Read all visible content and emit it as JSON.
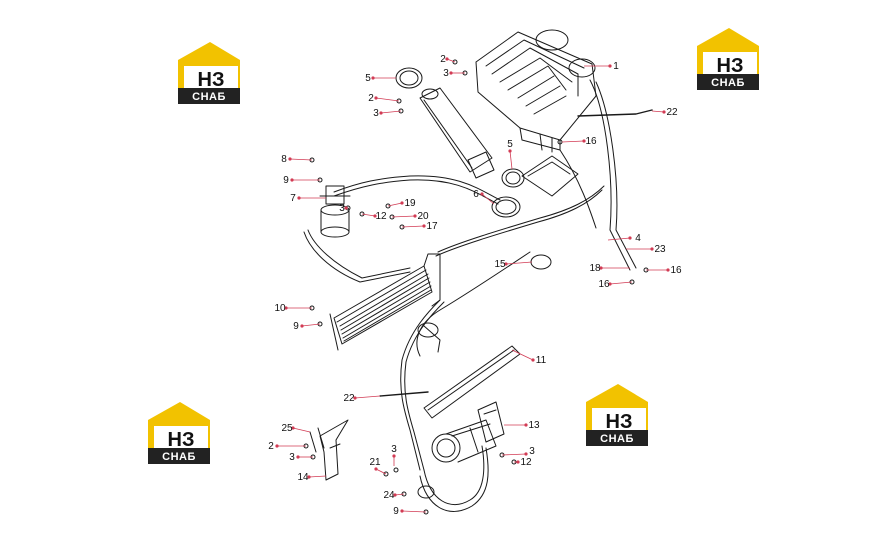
{
  "watermark": {
    "top_text": "НЗ",
    "bottom_text": "СНАБ",
    "accent_color": "#f2c200",
    "dark_color": "#222222"
  },
  "leader_color": "#d23b54",
  "parts": [
    {
      "label": "1"
    },
    {
      "label": "2"
    },
    {
      "label": "3"
    },
    {
      "label": "5"
    },
    {
      "label": "2"
    },
    {
      "label": "3"
    },
    {
      "label": "22"
    },
    {
      "label": "5"
    },
    {
      "label": "16"
    },
    {
      "label": "8"
    },
    {
      "label": "9"
    },
    {
      "label": "7"
    },
    {
      "label": "3"
    },
    {
      "label": "12"
    },
    {
      "label": "19"
    },
    {
      "label": "20"
    },
    {
      "label": "17"
    },
    {
      "label": "6"
    },
    {
      "label": "4"
    },
    {
      "label": "23"
    },
    {
      "label": "15"
    },
    {
      "label": "18"
    },
    {
      "label": "16"
    },
    {
      "label": "16"
    },
    {
      "label": "10"
    },
    {
      "label": "9"
    },
    {
      "label": "11"
    },
    {
      "label": "22"
    },
    {
      "label": "13"
    },
    {
      "label": "25"
    },
    {
      "label": "2"
    },
    {
      "label": "3"
    },
    {
      "label": "3"
    },
    {
      "label": "3"
    },
    {
      "label": "12"
    },
    {
      "label": "14"
    },
    {
      "label": "21"
    },
    {
      "label": "24"
    },
    {
      "label": "9"
    }
  ]
}
